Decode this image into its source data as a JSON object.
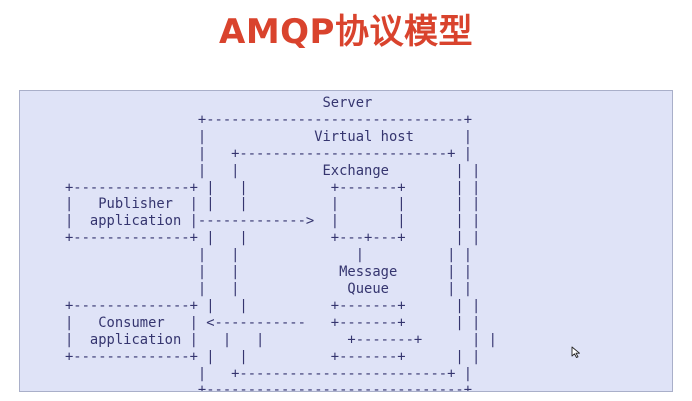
{
  "title": "AMQP协议模型",
  "diagram": {
    "lines": [
      "                               Server",
      "                +-------------------------------+",
      "                |             Virtual host      |",
      "                |   +-------------------------+ |",
      "                |   |          Exchange        | |",
      "+--------------+ |   |          +-------+      | |",
      "|   Publisher  | |   |          |       |      | |",
      "|  application |------------->  |       |      | |",
      "+--------------+ |   |          +---+---+      | |",
      "                |   |              |          | |",
      "                |   |            Message      | |",
      "                |   |             Queue       | |",
      "+--------------+ |   |          +-------+      | |",
      "|   Consumer   | <-----------   +-------+      | |",
      "|  application |   |   |          +-------+      | |",
      "+--------------+ |   |          +-------+      | |",
      "                |   +-------------------------+ |",
      "                +-------------------------------+"
    ]
  }
}
